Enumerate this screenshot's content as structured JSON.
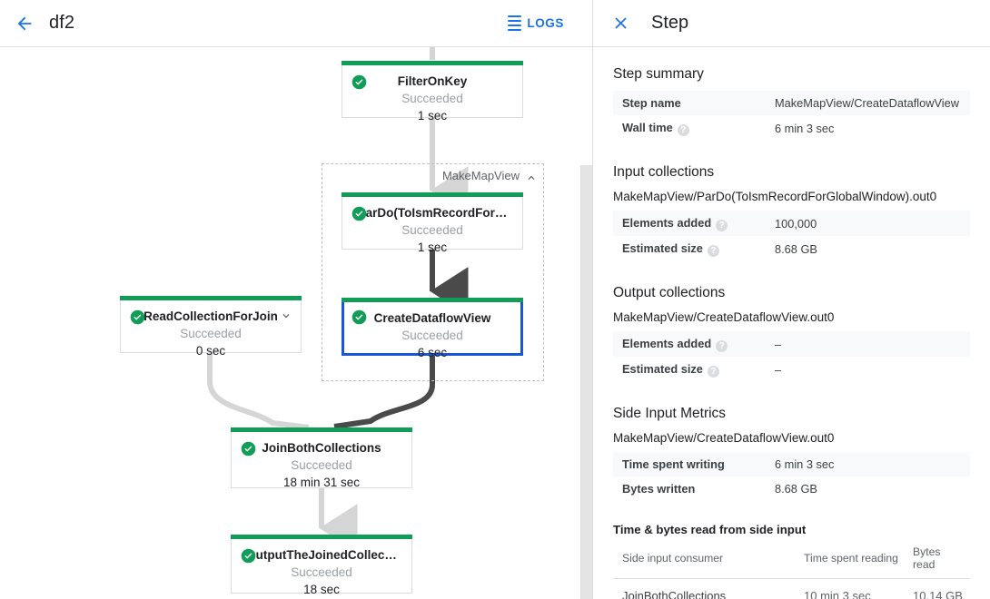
{
  "topbar": {
    "back_icon": "arrow-left-icon",
    "job_title": "df2",
    "logs_label": "LOGS",
    "logs_icon": "logs-list-icon"
  },
  "colors": {
    "accent_blue": "#1a73e8",
    "selected_border": "#1a56db",
    "success_green": "#0f9d58",
    "status_text": "#9aa0a6",
    "edge_dark": "#4a4a4a",
    "edge_light": "#d5d5d5"
  },
  "graph": {
    "group": {
      "label": "MakeMapView",
      "collapse_icon": "chevron-up-icon"
    },
    "nodes": [
      {
        "id": "filter-on-key",
        "name": "FilterOnKey",
        "status": "Succeeded",
        "time": "1 sec",
        "state_icon": "check-circle-icon",
        "selected": false,
        "expandable": false
      },
      {
        "id": "pardo-toismrecordfor",
        "name": "ParDo(ToIsmRecordFor…",
        "status": "Succeeded",
        "time": "1 sec",
        "state_icon": "check-circle-icon",
        "selected": false,
        "expandable": false
      },
      {
        "id": "create-dataflow-view",
        "name": "CreateDataflowView",
        "status": "Succeeded",
        "time": "6 sec",
        "state_icon": "check-circle-icon",
        "selected": true,
        "expandable": false
      },
      {
        "id": "read-collection-for-join",
        "name": "ReadCollectionForJoin",
        "status": "Succeeded",
        "time": "0 sec",
        "state_icon": "check-circle-icon",
        "selected": false,
        "expandable": true,
        "expand_icon": "chevron-down-icon"
      },
      {
        "id": "join-both-collections",
        "name": "JoinBothCollections",
        "status": "Succeeded",
        "time": "18 min 31 sec",
        "state_icon": "check-circle-icon",
        "selected": false,
        "expandable": false
      },
      {
        "id": "output-the-joined-collec",
        "name": "OutputTheJoinedCollec…",
        "status": "Succeeded",
        "time": "18 sec",
        "state_icon": "check-circle-icon",
        "selected": false,
        "expandable": false
      }
    ]
  },
  "panel": {
    "close_icon": "close-icon",
    "title": "Step",
    "step_summary": {
      "heading": "Step summary",
      "rows": [
        {
          "key": "Step name",
          "value": "MakeMapView/CreateDataflowView",
          "help": false
        },
        {
          "key": "Wall time",
          "value": "6 min 3 sec",
          "help": true
        }
      ]
    },
    "input_collections": {
      "heading": "Input collections",
      "collection": "MakeMapView/ParDo(ToIsmRecordForGlobalWindow).out0",
      "rows": [
        {
          "key": "Elements added",
          "value": "100,000",
          "help": true
        },
        {
          "key": "Estimated size",
          "value": "8.68 GB",
          "help": true
        }
      ]
    },
    "output_collections": {
      "heading": "Output collections",
      "collection": "MakeMapView/CreateDataflowView.out0",
      "rows": [
        {
          "key": "Elements added",
          "value": "–",
          "help": true
        },
        {
          "key": "Estimated size",
          "value": "–",
          "help": true
        }
      ]
    },
    "side_input_metrics": {
      "heading": "Side Input Metrics",
      "collection": "MakeMapView/CreateDataflowView.out0",
      "rows": [
        {
          "key": "Time spent writing",
          "value": "6 min 3 sec",
          "help": false
        },
        {
          "key": "Bytes written",
          "value": "8.68 GB",
          "help": false
        }
      ],
      "table": {
        "title": "Time & bytes read from side input",
        "columns": [
          "Side input consumer",
          "Time spent reading",
          "Bytes read"
        ],
        "rows": [
          [
            "JoinBothCollections",
            "10 min 3 sec",
            "10.14 GB"
          ]
        ]
      }
    }
  },
  "scrollbar": {
    "name": "graph-vertical-scrollbar"
  }
}
